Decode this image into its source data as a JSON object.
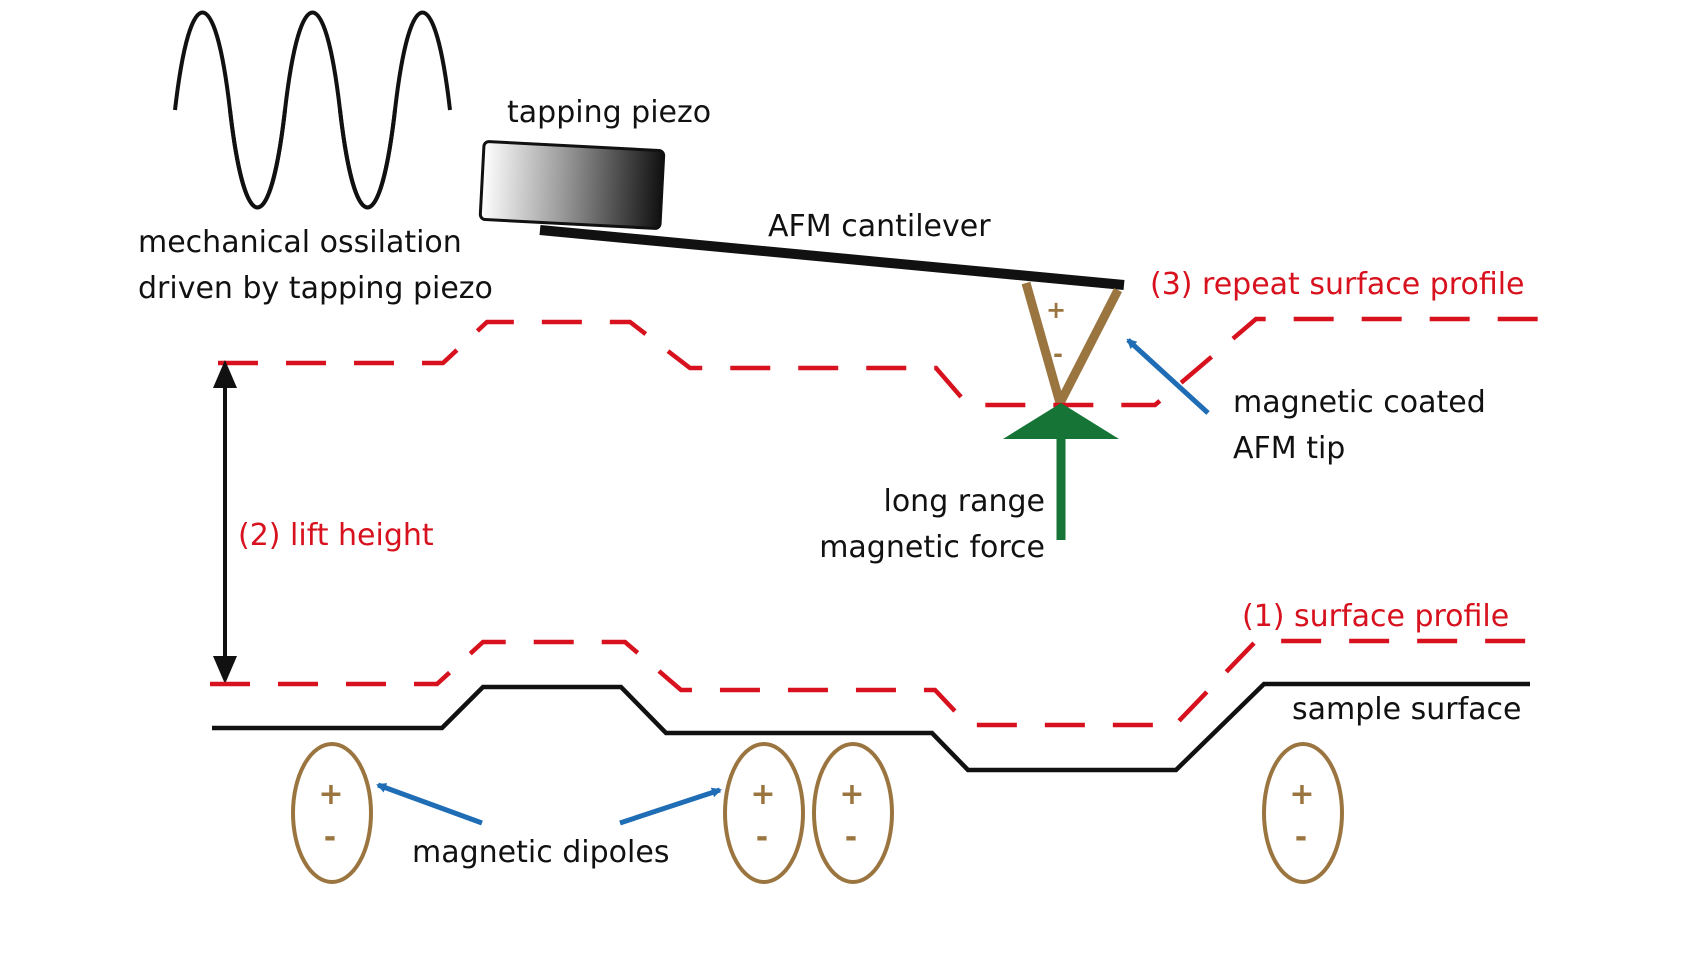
{
  "labels": {
    "tapping_piezo": "tapping piezo",
    "afm_cantilever": "AFM cantilever",
    "oscillation_line1": "mechanical ossilation",
    "oscillation_line2": "driven by tapping piezo",
    "repeat_surface_profile": "(3) repeat surface profile",
    "magnetic_tip_line1": "magnetic coated",
    "magnetic_tip_line2": "AFM tip",
    "force_line1": "long range",
    "force_line2": "magnetic force",
    "lift_height": "(2) lift height",
    "surface_profile": "(1) surface profile",
    "sample_surface": "sample surface",
    "magnetic_dipoles": "magnetic dipoles",
    "plus": "+",
    "minus": "-"
  },
  "colors": {
    "black": "#111111",
    "red_dashed": "#d7111d",
    "blue_arrow": "#1f6db5",
    "green_force": "#167536",
    "dipole_brown": "#9b7540"
  },
  "icons": {
    "oscillation": "sine-wave",
    "piezo": "gradient-block",
    "tip": "triangle-tip",
    "force": "up-arrow",
    "lift": "double-arrow"
  }
}
